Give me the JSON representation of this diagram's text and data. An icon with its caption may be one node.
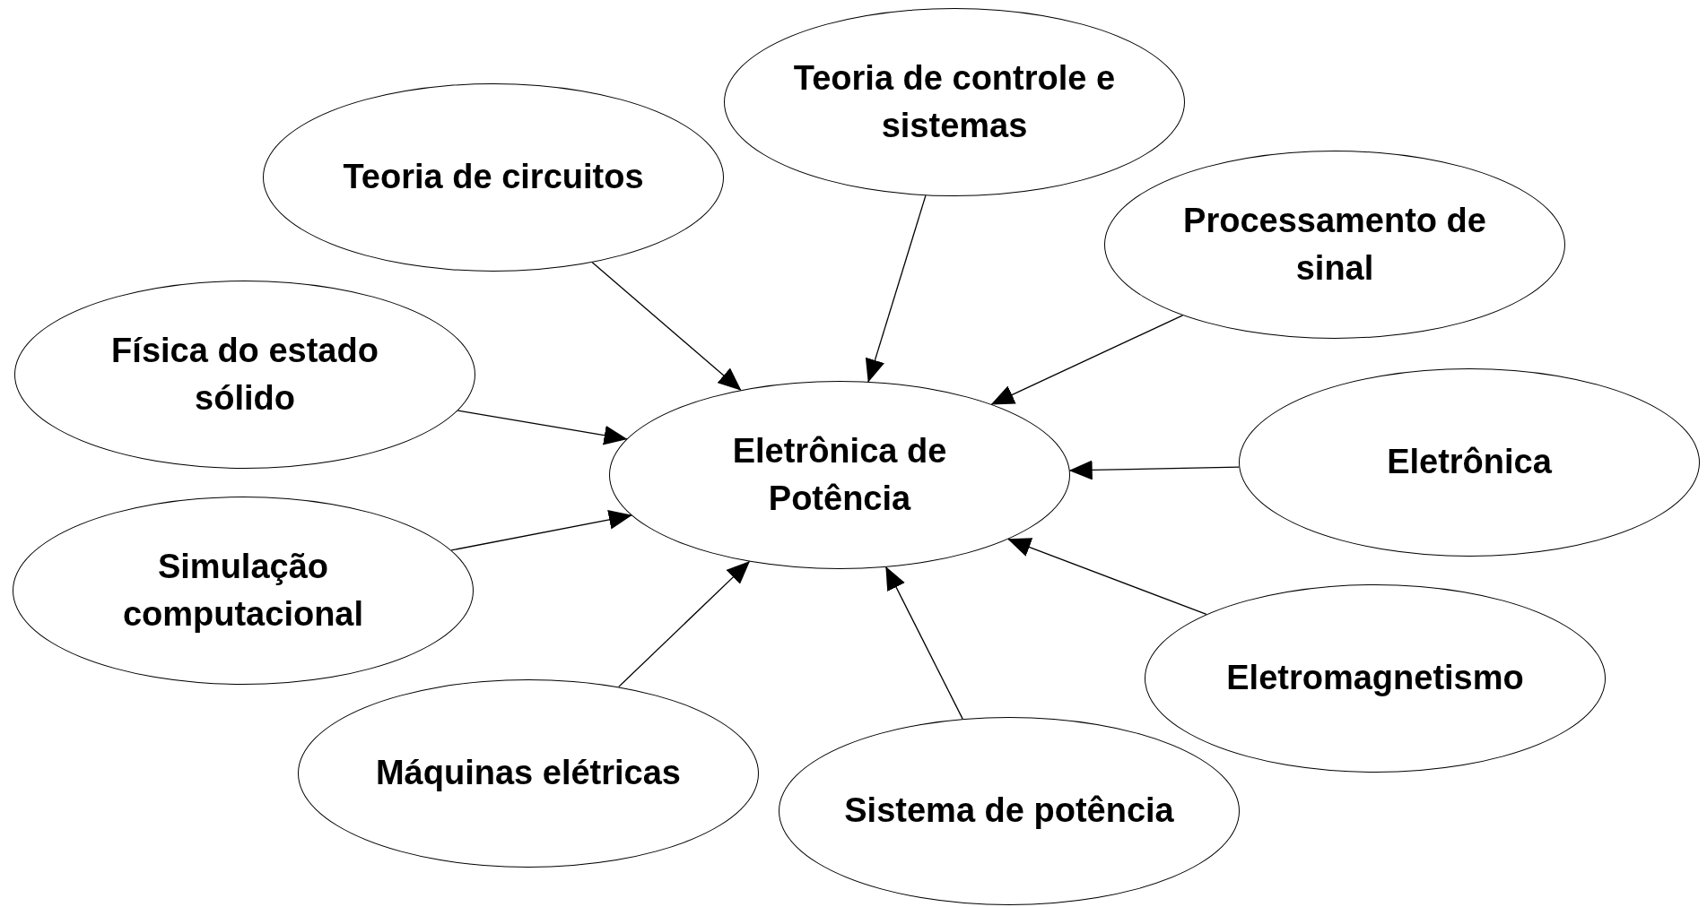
{
  "diagram": {
    "nodes": [
      {
        "text": [
          "Teoria de controle e sistemas"
        ]
      },
      {
        "text": [
          "Teoria de circuitos"
        ]
      },
      {
        "text": [
          "Processamento de sinal"
        ]
      },
      {
        "text": [
          "Física do estado sólido"
        ]
      },
      {
        "text": [
          "Eletrônica de Potência"
        ]
      },
      {
        "text": [
          "Eletrônica"
        ]
      },
      {
        "text": [
          "Simulação computacional"
        ]
      },
      {
        "text": [
          "Eletromagnetismo"
        ]
      },
      {
        "text": [
          "Máquinas elétricas"
        ]
      },
      {
        "text": [
          "Sistema de potência"
        ]
      }
    ],
    "edges": [
      {
        "from": 0,
        "to": 4,
        "arrow": "to"
      },
      {
        "from": 1,
        "to": 4,
        "arrow": "to"
      },
      {
        "from": 2,
        "to": 4,
        "arrow": "to"
      },
      {
        "from": 3,
        "to": 4,
        "arrow": "to"
      },
      {
        "from": 5,
        "to": 4,
        "arrow": "to"
      },
      {
        "from": 6,
        "to": 4,
        "arrow": "to"
      },
      {
        "from": 7,
        "to": 4,
        "arrow": "to"
      },
      {
        "from": 8,
        "to": 4,
        "arrow": "to"
      },
      {
        "from": 9,
        "to": 4,
        "arrow": "to"
      }
    ]
  }
}
